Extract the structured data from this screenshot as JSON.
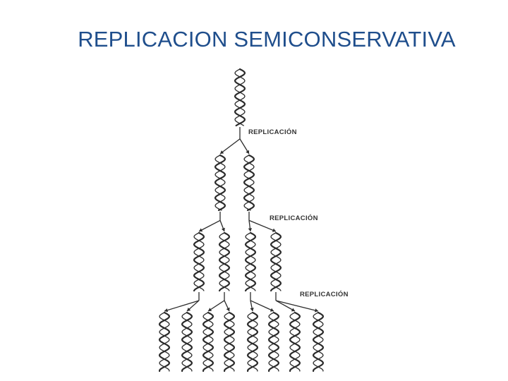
{
  "slide": {
    "title": "REPLICACION SEMICONSERVATIVA"
  },
  "diagram": {
    "generations": [
      1,
      2,
      4,
      8
    ],
    "replication_label": "REPLICACIÓN",
    "colors": {
      "title": "#1f4e8c",
      "strand": "#2b2b2b",
      "label": "#333333"
    }
  }
}
